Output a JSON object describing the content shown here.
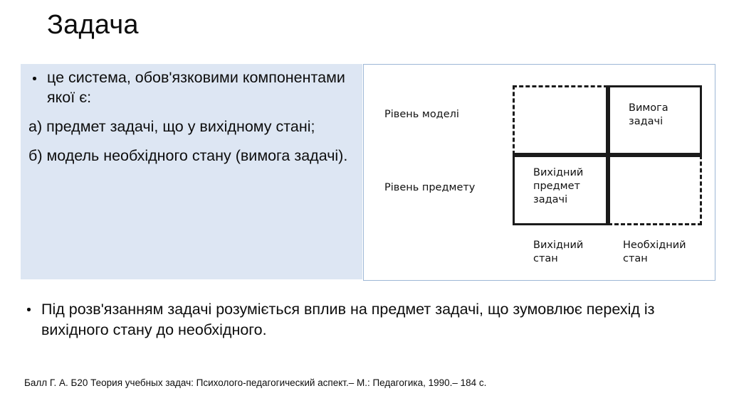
{
  "slide": {
    "title": "Задача"
  },
  "left_panel": {
    "background_color": "#dde6f3",
    "bullet": "це система, обов'язковими компонентами якої є:",
    "item_a": "а) предмет задачі, що у вихідному стані;",
    "item_b": "б) модель необхідного стану (вимога задачі)."
  },
  "diagram": {
    "border_color": "#9db7d6",
    "line_color": "#1b1b1b",
    "row_labels": [
      "Рівень моделі",
      "Рівень предмету"
    ],
    "column_labels": [
      "Вихідний стан",
      "Необхідний стан"
    ],
    "cells": [
      {
        "position": "top-left",
        "label": "",
        "border": "dashed-top-left"
      },
      {
        "position": "top-right",
        "label": "Вимога\nзадачі",
        "border": "solid"
      },
      {
        "position": "bottom-left",
        "label": "Вихідний\nпредмет\nзадачі",
        "border": "solid"
      },
      {
        "position": "bottom-right",
        "label": "",
        "border": "dashed-bottom-right"
      }
    ],
    "cell_top_right_label": "Вимога задачі",
    "cell_bottom_left_label": "Вихідний предмет задачі"
  },
  "bottom_paragraph": {
    "text": "Під розв'язанням задачі розуміється вплив на предмет задачі, що зумовлює перехід із вихідного стану до необхідного."
  },
  "citation": {
    "text": "Балл Г. А. Б20 Теория учебных задач: Психолого-педагогический аспект.– М.: Педагогика, 1990.– 184 с."
  }
}
